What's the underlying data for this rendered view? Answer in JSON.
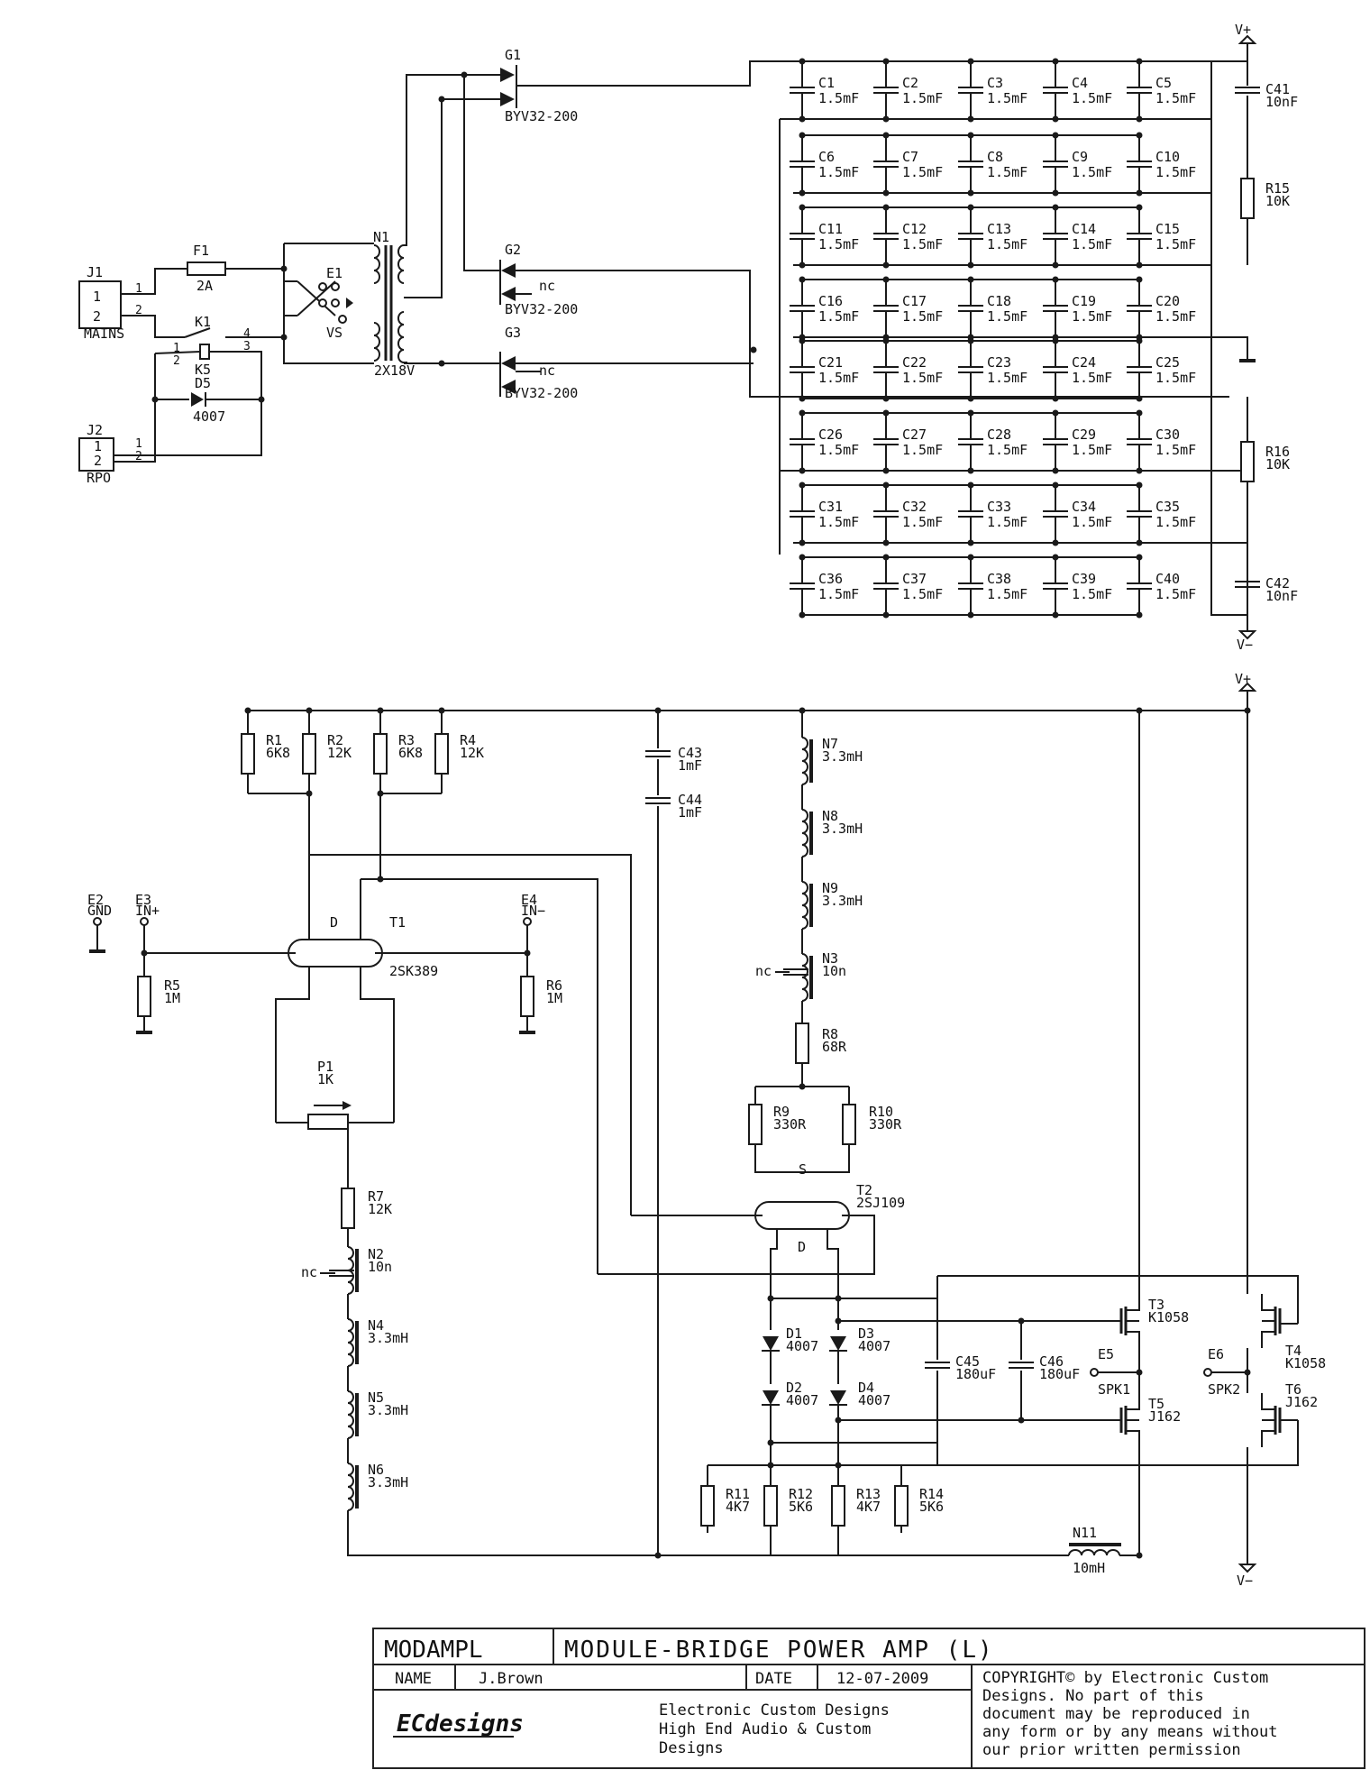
{
  "power_supply": {
    "connectors": [
      {
        "ref": "J1",
        "name": "MAINS",
        "pin1": "1",
        "pin2": "2"
      },
      {
        "ref": "J2",
        "name": "RPO",
        "pin1": "1",
        "pin2": "2"
      }
    ],
    "fuse": {
      "ref": "F1",
      "value": "2A"
    },
    "relay": {
      "ref": "K1",
      "coil": "K5",
      "pins": [
        "1",
        "2",
        "4",
        "3"
      ]
    },
    "relay_diode": {
      "ref": "D5",
      "value": "4007"
    },
    "voltage_selector": {
      "ref": "E1",
      "value": "VS"
    },
    "transformer": {
      "ref": "N1",
      "value": "2X18V"
    },
    "rectifiers": [
      {
        "ref": "G1",
        "value": "BYV32-200"
      },
      {
        "ref": "G2",
        "value": "BYV32-200"
      },
      {
        "ref": "G3",
        "value": "BYV32-200"
      }
    ],
    "nc_label": "nc",
    "cap_value": "1.5mF",
    "cap_rows": [
      [
        "C1",
        "C2",
        "C3",
        "C4",
        "C5"
      ],
      [
        "C6",
        "C7",
        "C8",
        "C9",
        "C10"
      ],
      [
        "C11",
        "C12",
        "C13",
        "C14",
        "C15"
      ],
      [
        "C16",
        "C17",
        "C18",
        "C19",
        "C20"
      ],
      [
        "C21",
        "C22",
        "C23",
        "C24",
        "C25"
      ],
      [
        "C26",
        "C27",
        "C28",
        "C29",
        "C30"
      ],
      [
        "C31",
        "C32",
        "C33",
        "C34",
        "C35"
      ],
      [
        "C36",
        "C37",
        "C38",
        "C39",
        "C40"
      ]
    ],
    "c41": {
      "ref": "C41",
      "value": "10nF"
    },
    "c42": {
      "ref": "C42",
      "value": "10nF"
    },
    "r15": {
      "ref": "R15",
      "value": "10K"
    },
    "r16": {
      "ref": "R16",
      "value": "10K"
    },
    "vplus": "V+",
    "vminus": "V−"
  },
  "amplifier": {
    "r1": {
      "ref": "R1",
      "value": "6K8"
    },
    "r2": {
      "ref": "R2",
      "value": "12K"
    },
    "r3": {
      "ref": "R3",
      "value": "6K8"
    },
    "r4": {
      "ref": "R4",
      "value": "12K"
    },
    "c43": {
      "ref": "C43",
      "value": "1mF"
    },
    "c44": {
      "ref": "C44",
      "value": "1mF"
    },
    "n7": {
      "ref": "N7",
      "value": "3.3mH"
    },
    "n8": {
      "ref": "N8",
      "value": "3.3mH"
    },
    "n9": {
      "ref": "N9",
      "value": "3.3mH"
    },
    "n3": {
      "ref": "N3",
      "value": "10n"
    },
    "r8": {
      "ref": "R8",
      "value": "68R"
    },
    "r9": {
      "ref": "R9",
      "value": "330R"
    },
    "r10": {
      "ref": "R10",
      "value": "330R"
    },
    "e2": {
      "ref": "E2",
      "name": "GND"
    },
    "e3": {
      "ref": "E3",
      "name": "IN+"
    },
    "e4": {
      "ref": "E4",
      "name": "IN−"
    },
    "t1": {
      "ref": "T1",
      "value": "2SK389",
      "pin": "D"
    },
    "r5": {
      "ref": "R5",
      "value": "1M"
    },
    "r6": {
      "ref": "R6",
      "value": "1M"
    },
    "p1": {
      "ref": "P1",
      "value": "1K"
    },
    "r7": {
      "ref": "R7",
      "value": "12K"
    },
    "n2": {
      "ref": "N2",
      "value": "10n"
    },
    "n4": {
      "ref": "N4",
      "value": "3.3mH"
    },
    "n5": {
      "ref": "N5",
      "value": "3.3mH"
    },
    "n6": {
      "ref": "N6",
      "value": "3.3mH"
    },
    "t2": {
      "ref": "T2",
      "value": "2SJ109",
      "pin_s": "S",
      "pin_d": "D"
    },
    "d1": {
      "ref": "D1",
      "value": "4007"
    },
    "d2": {
      "ref": "D2",
      "value": "4007"
    },
    "d3": {
      "ref": "D3",
      "value": "4007"
    },
    "d4": {
      "ref": "D4",
      "value": "4007"
    },
    "r11": {
      "ref": "R11",
      "value": "4K7"
    },
    "r12": {
      "ref": "R12",
      "value": "5K6"
    },
    "r13": {
      "ref": "R13",
      "value": "4K7"
    },
    "r14": {
      "ref": "R14",
      "value": "5K6"
    },
    "c45": {
      "ref": "C45",
      "value": "180uF"
    },
    "c46": {
      "ref": "C46",
      "value": "180uF"
    },
    "t3": {
      "ref": "T3",
      "value": "K1058"
    },
    "t4": {
      "ref": "T4",
      "value": "K1058"
    },
    "t5": {
      "ref": "T5",
      "value": "J162"
    },
    "t6": {
      "ref": "T6",
      "value": "J162"
    },
    "e5": {
      "ref": "E5",
      "name": "SPK1"
    },
    "e6": {
      "ref": "E6",
      "name": "SPK2"
    },
    "n11": {
      "ref": "N11",
      "value": "10mH"
    },
    "nc_label": "nc",
    "vplus": "V+",
    "vminus": "V−"
  },
  "title_block": {
    "project": "MODAMPL",
    "title": "MODULE-BRIDGE POWER AMP (L)",
    "name_label": "NAME",
    "name_value": "J.Brown",
    "date_label": "DATE",
    "date_value": "12-07-2009",
    "logo_text": "ECdesigns",
    "company_lines": [
      "Electronic Custom Designs",
      "High End Audio  &  Custom",
      "Designs"
    ],
    "copyright_lines": [
      "COPYRIGHT© by Electronic Custom",
      "Designs. No part of this",
      "document may be reproduced in",
      "any form or by any means without",
      "our prior written permission"
    ]
  }
}
